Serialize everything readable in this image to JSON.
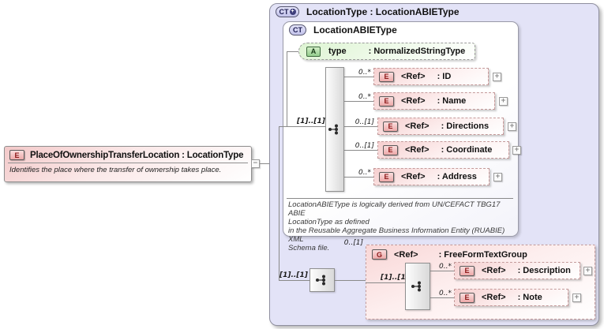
{
  "left_element": {
    "badge": "E",
    "title": "PlaceOfOwnershipTransferLocation : LocationType",
    "description": "Identifies the place where the transfer of ownership takes place.",
    "collapse_glyph": "−"
  },
  "outer_type": {
    "badge": "CT",
    "plus_glyph": "+",
    "title": "LocationType : LocationABIEType"
  },
  "inner_type": {
    "badge": "CT",
    "title": "LocationABIEType",
    "attribute": {
      "badge": "A",
      "name": "type",
      "type": ": NormalizedStringType"
    },
    "sequence_cardinality": "[1]..[1]",
    "elements": [
      {
        "badge": "E",
        "cardinality": "0..*",
        "name": "<Ref>",
        "type": ": ID"
      },
      {
        "badge": "E",
        "cardinality": "0..*",
        "name": "<Ref>",
        "type": ": Name"
      },
      {
        "badge": "E",
        "cardinality": "0..[1]",
        "name": "<Ref>",
        "type": ": Directions"
      },
      {
        "badge": "E",
        "cardinality": "0..[1]",
        "name": "<Ref>",
        "type": ": Coordinate"
      },
      {
        "badge": "E",
        "cardinality": "0..*",
        "name": "<Ref>",
        "type": ": Address"
      }
    ],
    "annotation": "LocationABIEType is logically derived from UN/CEFACT TBG17 ABIE\nLocationType as defined\nin the Reusable Aggregate Business Information Entity (RUABIE) XML\nSchema file."
  },
  "group": {
    "outer_sequence_cardinality": "[1]..[1]",
    "cardinality": "0..[1]",
    "badge": "G",
    "name": "<Ref>",
    "type": ": FreeFormTextGroup",
    "sequence_cardinality": "[1]..[1]",
    "elements": [
      {
        "badge": "E",
        "cardinality": "0..*",
        "name": "<Ref>",
        "type": ": Description"
      },
      {
        "badge": "E",
        "cardinality": "0..*",
        "name": "<Ref>",
        "type": ": Note"
      }
    ]
  },
  "expand_glyph": "+",
  "colors": {
    "container_lavender": "#e3e3f7",
    "element_pink": "#f6cfcf",
    "attribute_green": "#ddf4d2",
    "badge_red_text": "#8c1717",
    "connector_gray": "#8a8a8a"
  }
}
